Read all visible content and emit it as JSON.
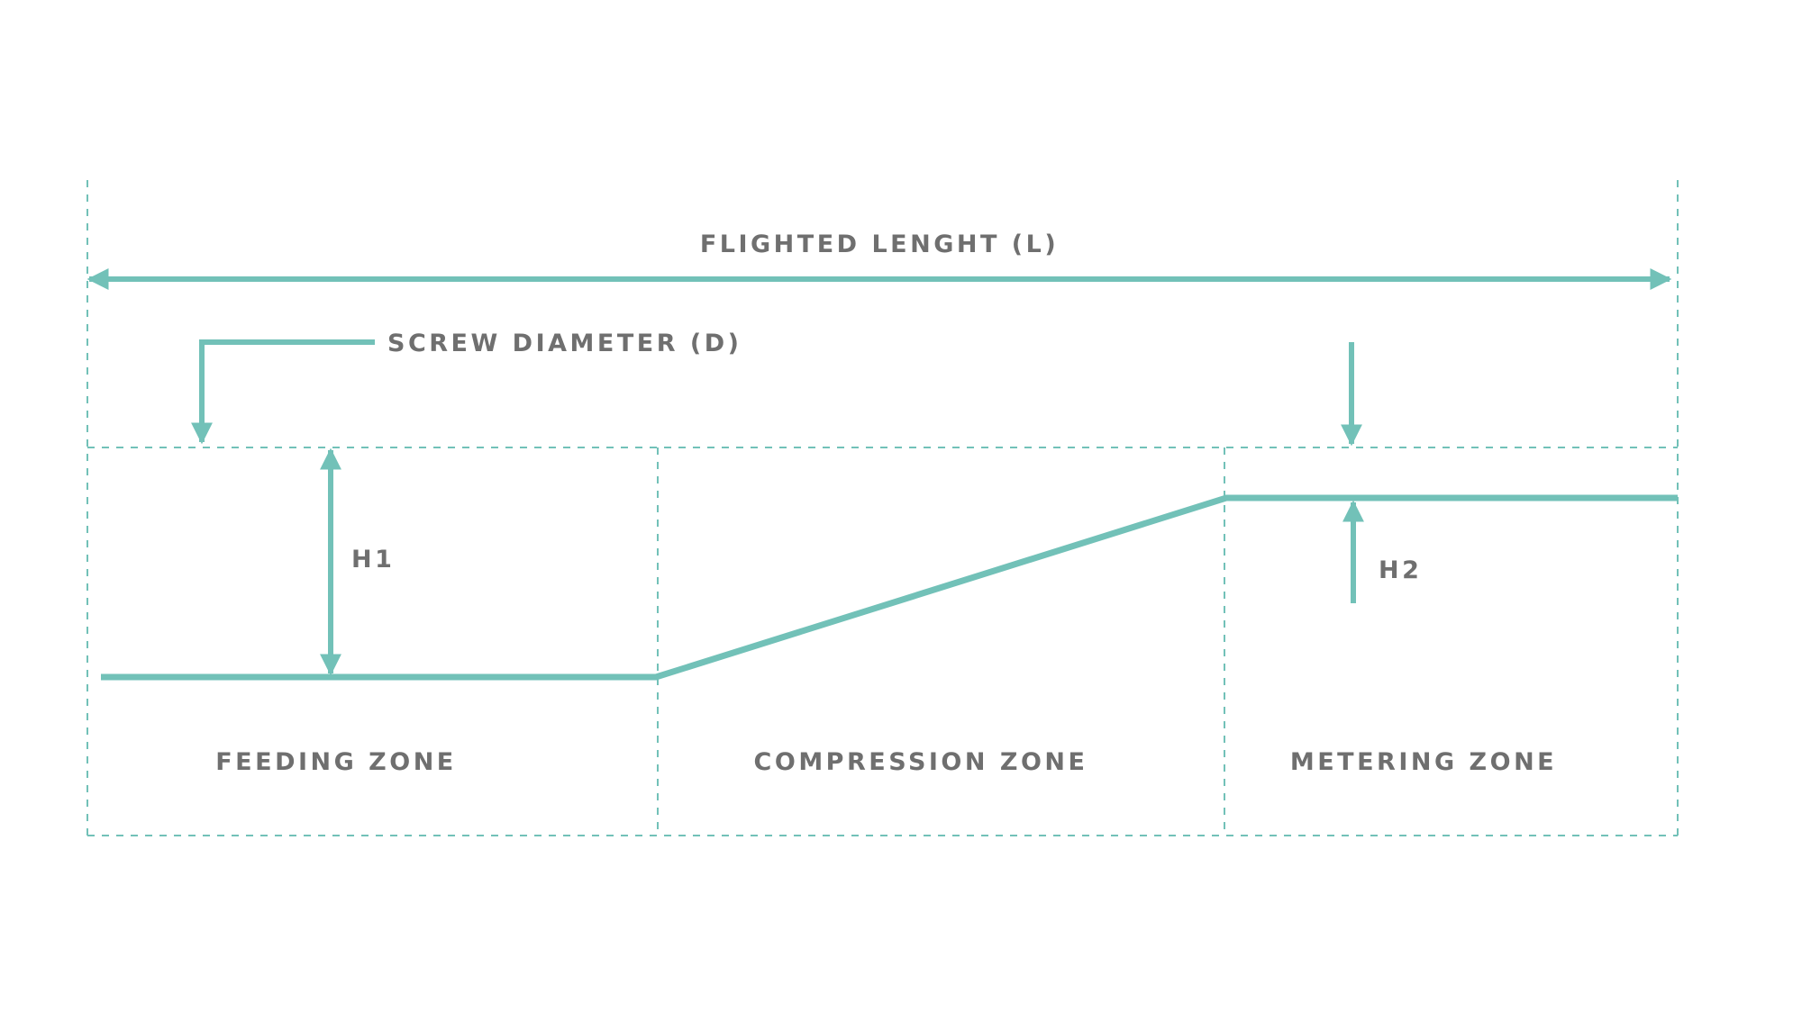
{
  "labels": {
    "flighted_length": "FLIGHTED LENGHT (L)",
    "screw_diameter": "SCREW DIAMETER (D)",
    "h1": "H1",
    "h2": "H2",
    "feeding_zone": "FEEDING ZONE",
    "compression_zone": "COMPRESSION ZONE",
    "metering_zone": "METERING ZONE"
  },
  "colors": {
    "accent": "#72c1b8",
    "text": "#6f6f6f"
  }
}
